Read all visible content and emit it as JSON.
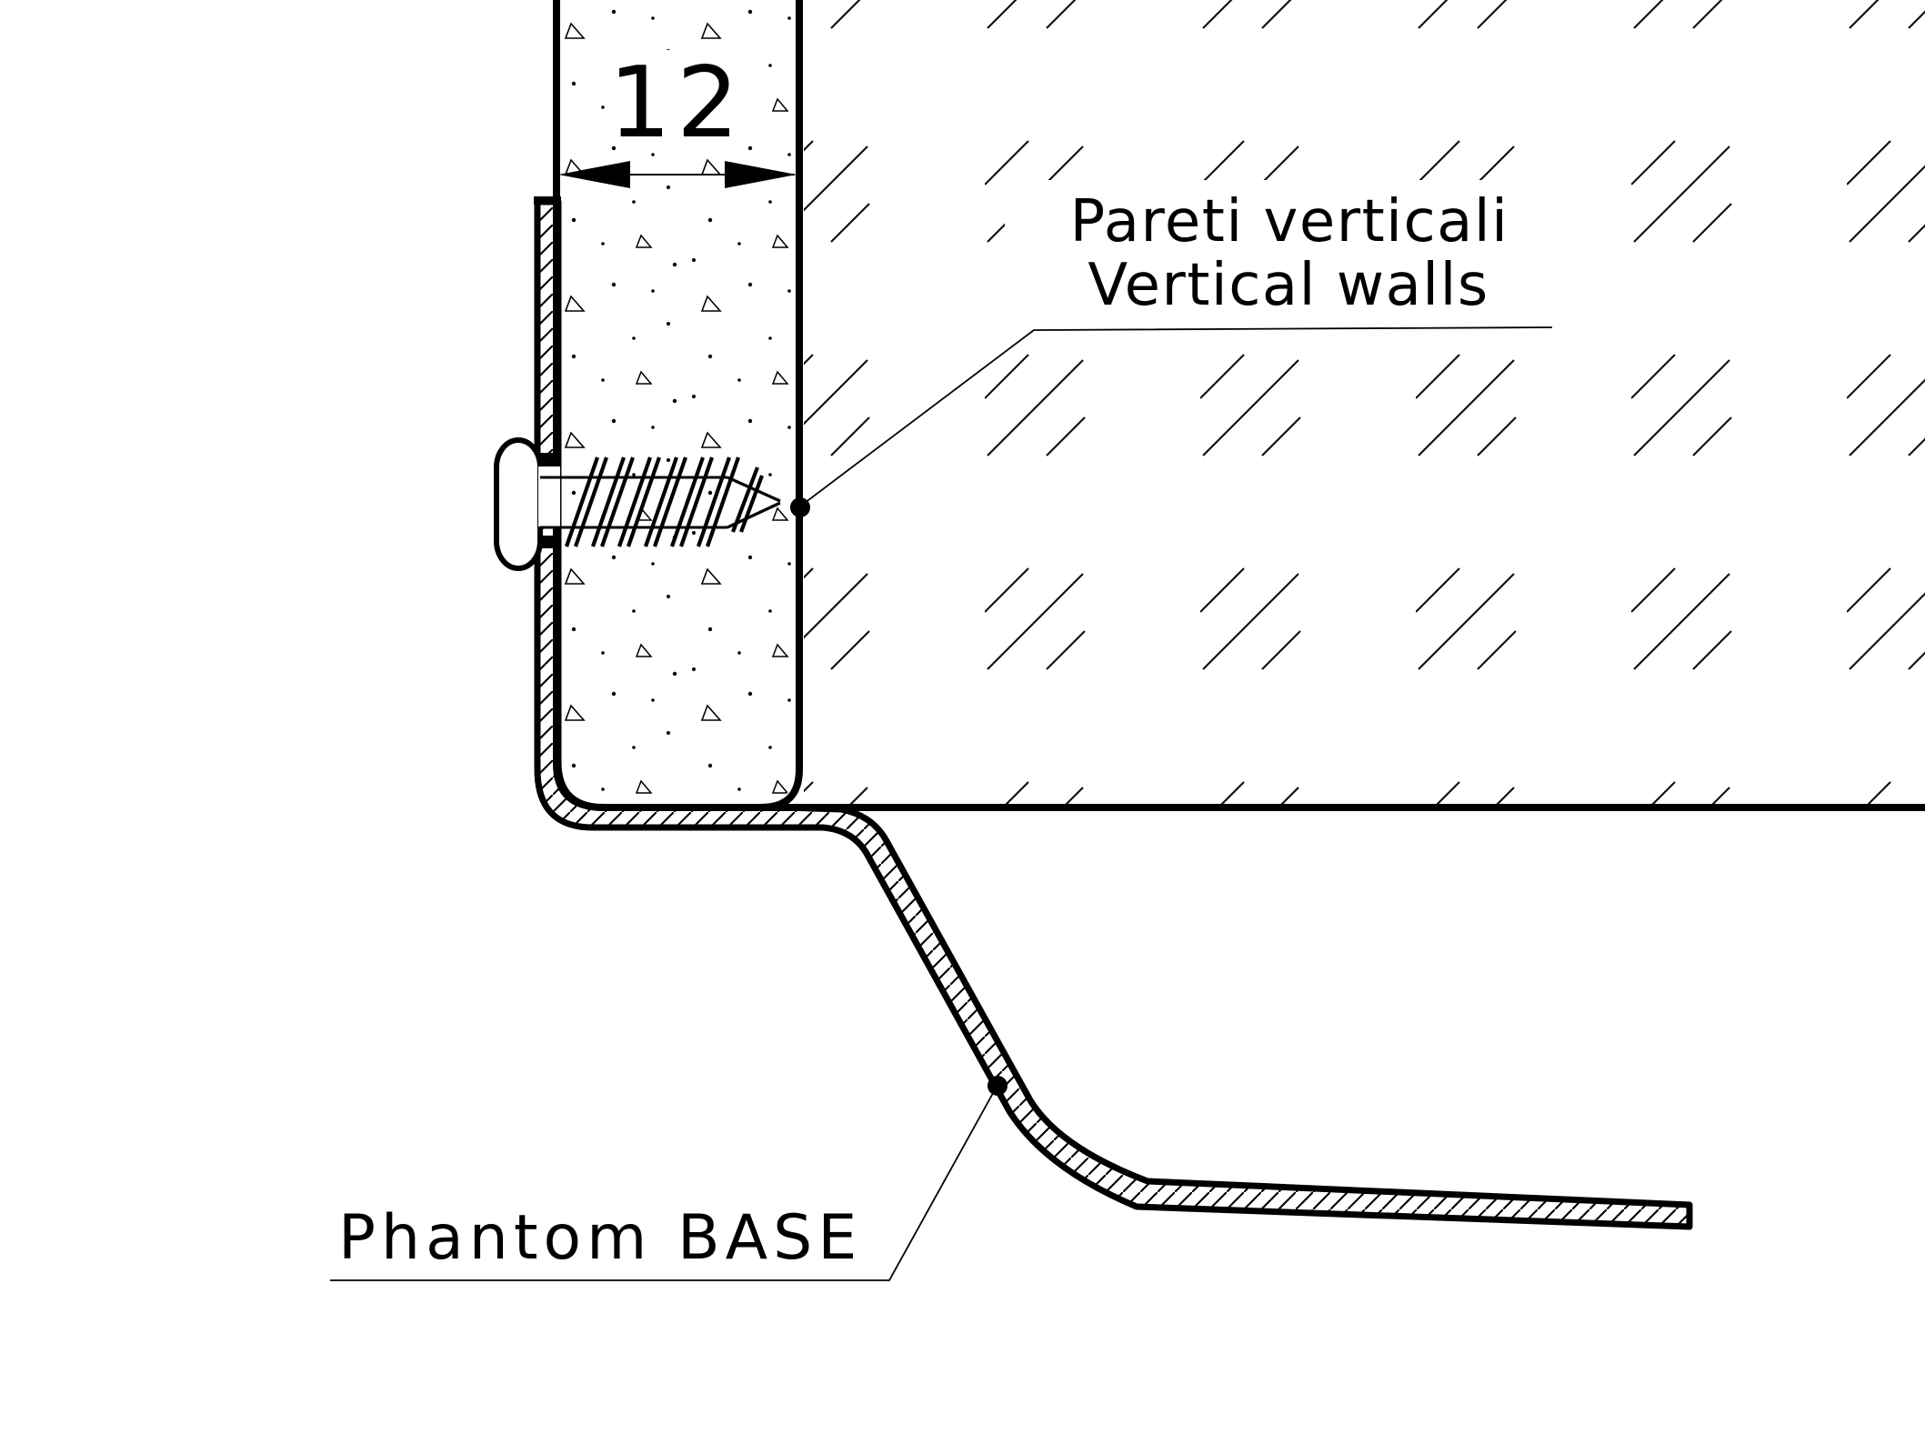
{
  "drawing": {
    "title_context": "Wall and base fixing detail",
    "dimension": {
      "wall_thickness_value": "12"
    },
    "labels": {
      "vertical_walls_it": "Pareti verticali",
      "vertical_walls_en": "Vertical walls",
      "phantom_base": "Phantom BASE"
    },
    "colors": {
      "line": "#000000",
      "background": "#ffffff",
      "hatch": "#111111"
    }
  }
}
